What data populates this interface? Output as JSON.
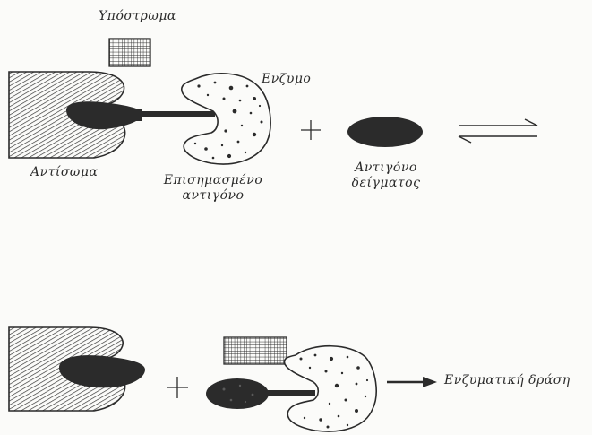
{
  "labels": {
    "substrate": "Υπόστρωμα",
    "enzyme": "Ενζυμο",
    "antibody": "Αντίσωμα",
    "labeled_antigen_line1": "Επισημασμένο",
    "labeled_antigen_line2": "αντιγόνο",
    "sample_antigen_line1": "Αντιγόνο",
    "sample_antigen_line2": "δείγματος",
    "enzymatic_activity": "Ενζυματική δράση"
  },
  "colors": {
    "ink": "#2b2b2b",
    "paper": "#fbfbf9"
  }
}
